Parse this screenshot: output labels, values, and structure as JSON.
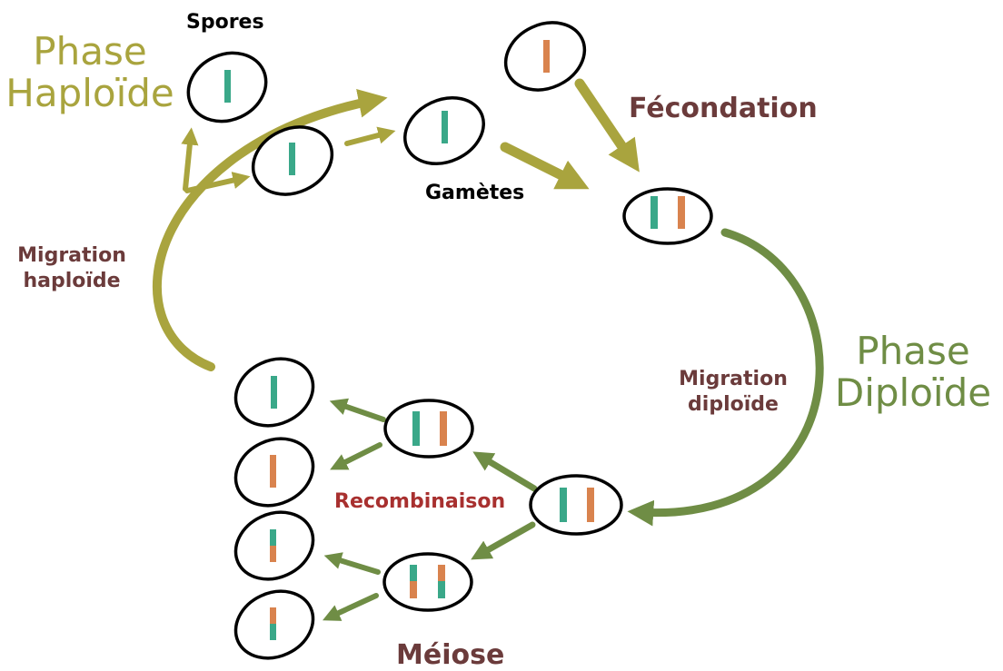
{
  "labels": {
    "phase_haploide_1": "Phase",
    "phase_haploide_2": "Haploïde",
    "phase_diploide_1": "Phase",
    "phase_diploide_2": "Diploïde",
    "spores": "Spores",
    "gametes": "Gamètes",
    "fecondation": "Fécondation",
    "migration_haploide_1": "Migration",
    "migration_haploide_2": "haploïde",
    "migration_diploide_1": "Migration",
    "migration_diploide_2": "diploïde",
    "recombinaison": "Recombinaison",
    "meiose": "Méiose"
  },
  "colors": {
    "haploid_phase": "#a9a43e",
    "diploid_phase": "#6f8d45",
    "label_brown": "#6b3b3b",
    "recombinaison": "#a8302f",
    "chromosome_green": "#3aa889",
    "chromosome_orange": "#d9834e"
  }
}
